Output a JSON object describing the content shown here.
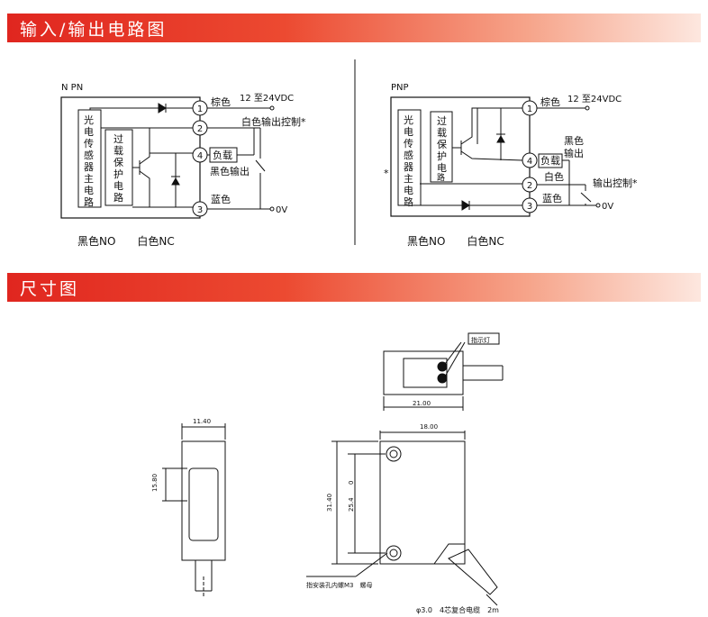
{
  "section_io": {
    "title": "输入/输出电路图"
  },
  "section_dim": {
    "title": "尺寸图"
  },
  "npn": {
    "label": "N PN",
    "sensor_main": [
      "光",
      "电",
      "传",
      "感",
      "器",
      "主",
      "电",
      "路"
    ],
    "overload": [
      "过",
      "载",
      "保",
      "护",
      "电",
      "路"
    ],
    "brown": "棕色",
    "voltage": "12 至24VDC",
    "white_out": "白色输出控制*",
    "load": "负载",
    "black_out": "黑色输出",
    "blue": "蓝色",
    "zero_v": "0V",
    "legend": "黑色NO　　白色NC",
    "pins": [
      "1",
      "2",
      "4",
      "3"
    ]
  },
  "pnp": {
    "label": "PNP",
    "sensor_main": [
      "光",
      "电",
      "传",
      "感",
      "器",
      "主",
      "电",
      "路"
    ],
    "overload": [
      "过",
      "载",
      "保",
      "护",
      "电",
      "路"
    ],
    "brown": "棕色",
    "voltage": "12 至24VDC",
    "black_out": "黑色\n输出",
    "black_out_1": "黑色",
    "black_out_2": "输出",
    "load": "负载",
    "white": "白色",
    "out_ctrl": "输出控制*",
    "blue": "蓝色",
    "zero_v": "0V",
    "star": "*",
    "legend": "黑色NO　　白色NC",
    "pins": [
      "1",
      "4",
      "2",
      "3"
    ]
  },
  "dims": {
    "indicator": "指示灯",
    "w_top": "21.00",
    "w_side": "11.40",
    "h_window": "15.80",
    "w_front": "18.00",
    "h_total": "31.40",
    "hole_pitch": "25.4",
    "zero": "0",
    "mount_note": "指安装孔内螺M3　螺母",
    "cable_note": "φ3.0　4芯复合电缆　2m"
  }
}
